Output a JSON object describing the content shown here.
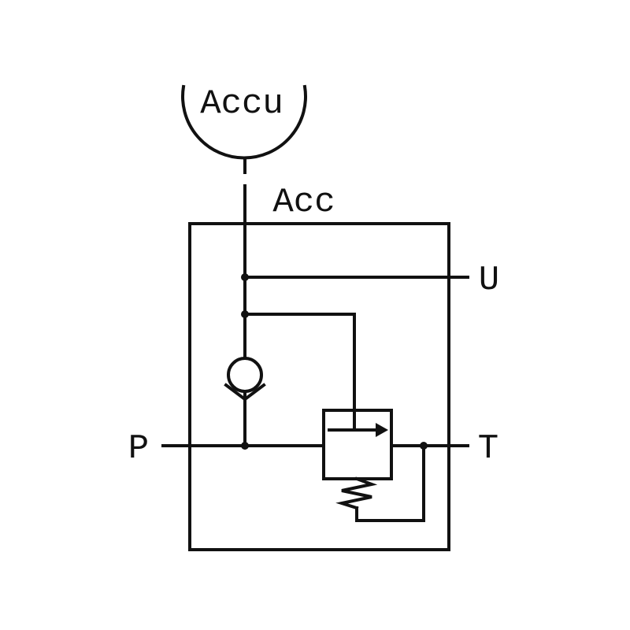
{
  "diagram": {
    "kind": "hydraulic-circuit-schematic",
    "labels": {
      "accumulator": "Accu",
      "acc_line": "Acc",
      "port_u": "U",
      "port_p": "P",
      "port_t": "T"
    },
    "components": [
      "accumulator-symbol",
      "check-valve-symbol",
      "pressure-relief-valve-symbol",
      "spring-symbol",
      "enclosure-box"
    ],
    "colors": {
      "line": "#111111",
      "background": "#ffffff"
    }
  }
}
